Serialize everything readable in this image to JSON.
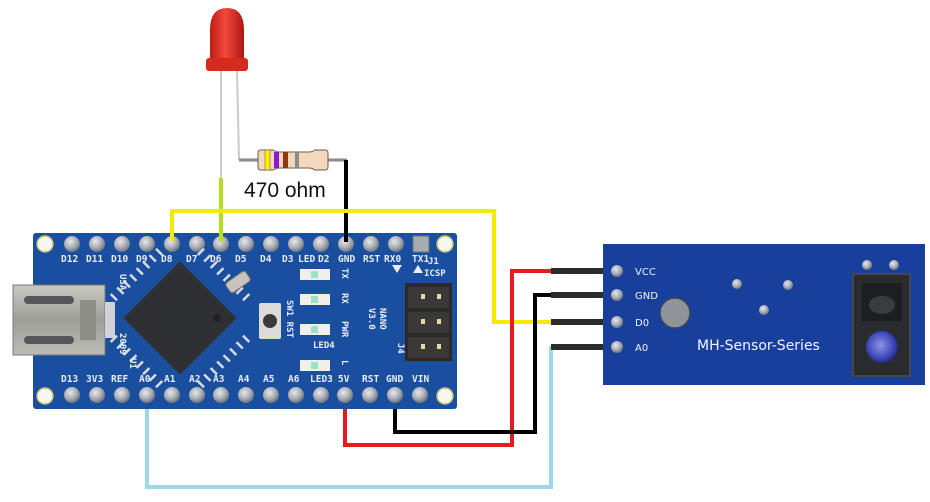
{
  "diagram": {
    "title": "",
    "colors": {
      "board_blue": "#1a4fa0",
      "sensor_blue": "#183f9c",
      "wire_yellow": "#f5ea00",
      "wire_red": "#e31b23",
      "wire_black": "#000000",
      "wire_lightblue": "#9fd6e8",
      "wire_lime": "#b6df1a",
      "led_red": "#e0251c"
    },
    "led": {
      "name": "Red LED",
      "color": "red"
    },
    "resistor": {
      "label": "470 ohm",
      "bands": [
        "yellow",
        "violet",
        "brown",
        "gold"
      ]
    },
    "arduino": {
      "model_text": "NANO",
      "version_text": "V3.0",
      "top_pins": [
        "D12",
        "D11",
        "D10",
        "D9",
        "D8",
        "D7",
        "D6",
        "D5",
        "D4",
        "D3",
        "LED",
        "D2",
        "GND",
        "RST",
        "RX0",
        "TX1"
      ],
      "bottom_pins": [
        "D13",
        "3V3",
        "REF",
        "A0",
        "A1",
        "A2",
        "A3",
        "A4",
        "A5",
        "A6",
        "LED3",
        "5V",
        "RST",
        "GND",
        "VIN"
      ],
      "silkscreen": {
        "usa": "USA",
        "year": "2009",
        "u1": "U1",
        "j1": "J1",
        "icsp": "ICSP",
        "j4": "J4",
        "sw_rst": "SW1 RST",
        "tx": "TX",
        "rx": "RX",
        "pwr": "PWR",
        "led4": "LED4",
        "l": "L"
      }
    },
    "sensor": {
      "title": "MH-Sensor-Series",
      "pins": [
        "VCC",
        "GND",
        "D0",
        "A0"
      ]
    },
    "connections": [
      {
        "from": "Arduino D8",
        "to": "Sensor D0",
        "color": "yellow"
      },
      {
        "from": "Arduino D6",
        "to": "LED anode",
        "color": "lime"
      },
      {
        "from": "LED cathode",
        "to": "470 ohm resistor",
        "color": "grey"
      },
      {
        "from": "470 ohm resistor",
        "to": "Arduino GND (top)",
        "color": "black"
      },
      {
        "from": "Arduino 5V",
        "to": "Sensor VCC",
        "color": "red"
      },
      {
        "from": "Arduino GND (bottom)",
        "to": "Sensor GND",
        "color": "black"
      },
      {
        "from": "Arduino A0",
        "to": "Sensor A0",
        "color": "lightblue"
      }
    ]
  }
}
